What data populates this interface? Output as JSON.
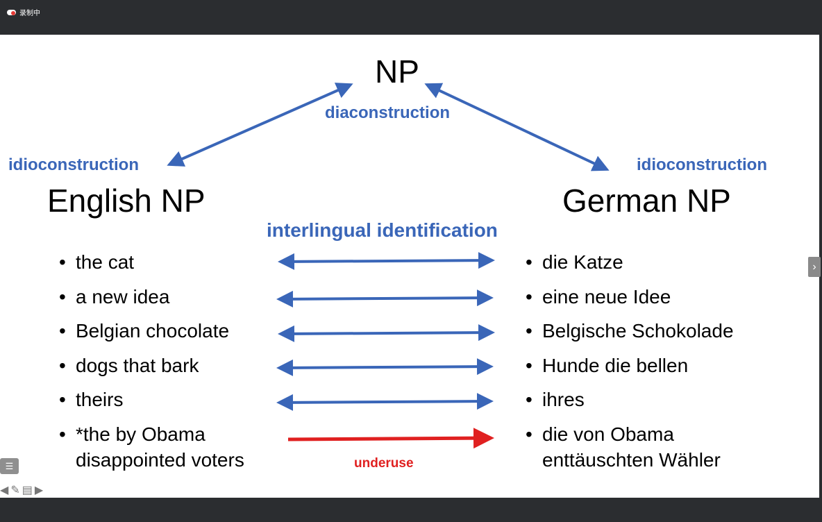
{
  "recording": {
    "label": "录制中"
  },
  "slide": {
    "top_node": "NP",
    "diaconstruction": "diaconstruction",
    "idio_left": "idioconstruction",
    "idio_right": "idioconstruction",
    "english_np": "English NP",
    "german_np": "German NP",
    "interlingual": "interlingual identification",
    "english_items": [
      "the cat",
      "a new idea",
      "Belgian chocolate",
      "dogs that bark",
      "theirs",
      "*the by Obama",
      "disappointed voters"
    ],
    "german_items": [
      "die Katze",
      "eine neue Idee",
      "Belgische Schokolade",
      "Hunde die bellen",
      "ihres",
      "die von Obama",
      "enttäuschten Wähler"
    ],
    "underuse": "underuse",
    "bullet": "•"
  },
  "controls": {
    "next_slide_icon": "chevron-right-icon",
    "menu_icon": "list-icon",
    "nav_icons": [
      "arrow-left-icon",
      "pen-icon",
      "slides-icon",
      "arrow-right-icon"
    ]
  },
  "colors": {
    "blue": "#3a66b8",
    "red": "#e02020",
    "bar": "#2b2d30"
  }
}
